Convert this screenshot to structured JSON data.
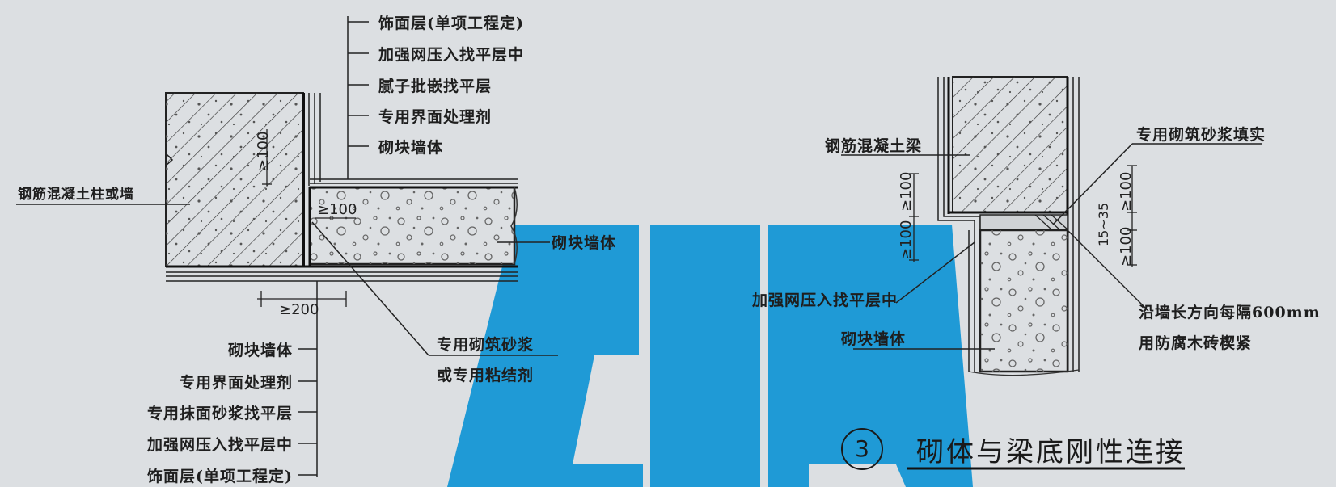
{
  "diagram": {
    "left_detail": {
      "top_labels": [
        "饰面层(单项工程定)",
        "加强网压入找平层中",
        "腻子批嵌找平层",
        "专用界面处理剂",
        "砌块墙体"
      ],
      "column_label": "钢筋混凝土柱或墙",
      "block_label": "砌块墙体",
      "mortar_label_1": "专用砌筑砂浆",
      "mortar_label_2": "或专用粘结剂",
      "bottom_labels": [
        "砌块墙体",
        "专用界面处理剂",
        "专用抹面砂浆找平层",
        "加强网压入找平层中",
        "饰面层(单项工程定)"
      ],
      "dim_overlap": "≥100",
      "dim_inner": "≥100",
      "dim_bottom": "≥200"
    },
    "right_detail": {
      "beam_label": "钢筋混凝土梁",
      "fill_label": "专用砌筑砂浆填实",
      "mesh_label": "加强网压入找平层中",
      "block_label": "砌块墙体",
      "wedge_label_1": "沿墙长方向每隔600mm",
      "wedge_label_2": "用防腐木砖楔紧",
      "dim_left_upper": "≥100",
      "dim_left_lower": "≥100",
      "dim_right_1": "≥100",
      "dim_right_2": "15~35",
      "dim_right_3": "≥100"
    },
    "caption": {
      "number": "3",
      "title": "砌体与梁底刚性连接"
    },
    "colors": {
      "watermark": "#1f9ad6",
      "background": "#dcdfe2",
      "ink": "#1e1e1e"
    }
  }
}
